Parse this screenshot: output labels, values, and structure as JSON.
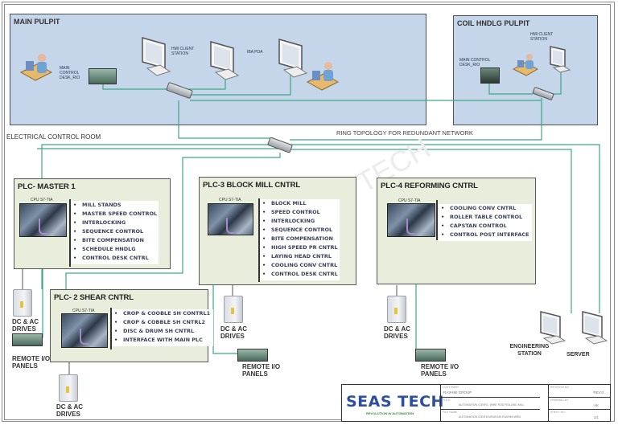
{
  "diagram": {
    "ring_label": "RING TOPOLOGY FOR REDUNDANT NETWORK",
    "electrical_room_label": "ELECTRICAL CONTROL ROOM",
    "watermark": "TECH",
    "line_color": "#3fa882",
    "main_pulpit": {
      "title": "MAIN PULPIT",
      "desk_rio_label": "MAIN CONTROL DESK_RIO",
      "hmi_label": "HMI CLIENT STATION",
      "iba_label": "IBA PDA"
    },
    "coil_pulpit": {
      "title": "COIL HNDLG PULPIT",
      "desk_rio_label": "MAIN CONTROL DESK_RIO",
      "hmi_label": "HMI CLIENT STATION"
    },
    "plcs": [
      {
        "title": "PLC- MASTER 1",
        "cpu": "CPU S7-TIA",
        "functions": [
          "MILL STANDS",
          "MASTER SPEED CONTROL",
          "INTERLOCKING",
          "SEQUENCE CONTROL",
          "BITE COMPENSATION",
          "SCHEDULE HNDLG",
          "CONTROL DESK CNTRL"
        ]
      },
      {
        "title": "PLC- 2 SHEAR CNTRL",
        "cpu": "CPU S7-TIA",
        "functions": [
          "CROP & COOBLE SH CONTRL1",
          "CROP & COBBLE SH CNTRL2",
          "DISC & DRUM SH CNTRL",
          "INTERFACE WITH MAIN PLC"
        ]
      },
      {
        "title": "PLC-3 BLOCK MILL CNTRL",
        "cpu": "CPU S7-TIA",
        "functions": [
          "BLOCK MILL",
          "SPEED CONTROL",
          "INTERLOCKING",
          "SEQUENCE CONTROL",
          "BITE COMPENSATION",
          "HIGH SPEED PR CNTRL",
          "LAYING HEAD CNTRL",
          "COOLING CONV CNTRL",
          "CONTROL DESK CNTRL"
        ]
      },
      {
        "title": "PLC-4 REFORMING CNTRL",
        "cpu": "CPU S7-TIA",
        "functions": [
          "COOLING CONV CNTRL",
          "ROLLER TABLE CONTROL",
          "CAPSTAN CONTROL",
          "CONTROL POST INTERFACE"
        ]
      }
    ],
    "field": {
      "drives_label": "DC & AC DRIVES",
      "rio_label": "REMOTE I/O PANELS",
      "engineering_label": "ENGINEERING STATION",
      "server_label": "SERVER"
    }
  },
  "title_block": {
    "company": "SEAS TECH",
    "tagline": "REVOLUTION IN AUTOMATION",
    "customer_caption": "CUSTOMER",
    "customer": "RASHMI GROUP",
    "title_caption": "TITLE",
    "title": "AUTOMATION CONFG. WIRE ROD ROLLING MILL",
    "filename_caption": "FILE NAME",
    "filename": "AUTOMATION CONFIGURATION RASHMI WRD",
    "revision_caption": "REVISION NO",
    "revision": "REV.0",
    "drawn_caption": "DRAWING BY",
    "drawn_by": "AK",
    "sheet_caption": "SHEET NO",
    "sheet": "1/1"
  }
}
